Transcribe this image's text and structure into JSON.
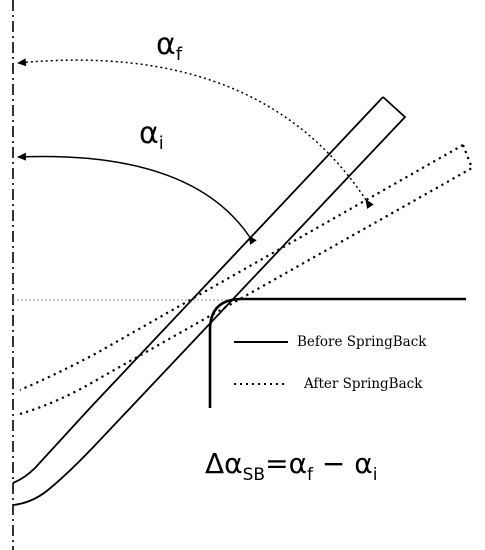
{
  "labels": {
    "final_angle": {
      "symbol": "α",
      "subscript": "f"
    },
    "initial_angle": {
      "symbol": "α",
      "subscript": "i"
    }
  },
  "legend": {
    "before_label": "Before SpringBack",
    "after_label": "After SpringBack"
  },
  "formula": {
    "lhs_symbol": "Δα",
    "lhs_subscript": "SB",
    "equals": "=",
    "term1_symbol": "α",
    "term1_subscript": "f",
    "minus": " − ",
    "term2_symbol": "α",
    "term2_subscript": "i"
  },
  "colors": {
    "stroke": "#000000",
    "reference_line": "#9a9a9a",
    "background": "#ffffff"
  }
}
